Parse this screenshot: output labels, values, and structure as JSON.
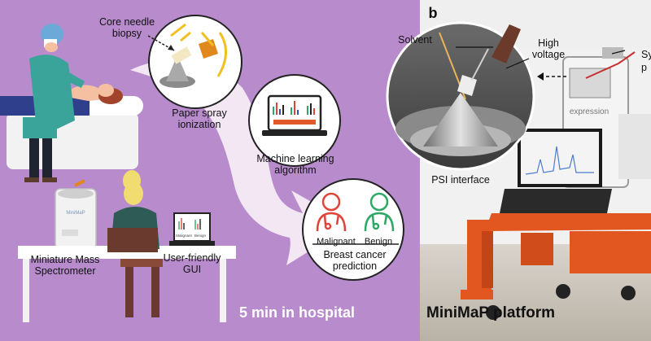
{
  "panel_a": {
    "labels": {
      "core_needle_biopsy": "Core needle\nbiopsy",
      "paper_spray": "Paper spray\nionization",
      "ml_algorithm": "Machine learning\nalgorithm",
      "miniature_ms": "Miniature Mass\nSpectrometer",
      "gui": "User-friendly\nGUI",
      "malignant": "Malignant",
      "benign": "Benign",
      "prediction": "Breast cancer\nprediction",
      "time_caption": "5 min in hospital",
      "gui_screen_left": "Malignant",
      "gui_screen_right": "Benign",
      "device_brand": "MiniMaP"
    },
    "colors": {
      "background": "#b78bcc",
      "arrow": "#f3e7f4",
      "caption": "#ffffff",
      "malignant": "#e0453a",
      "benign": "#2fa866",
      "surgeon_gown": "#3aa39a"
    }
  },
  "panel_b": {
    "panel_letter": "b",
    "labels": {
      "solvent": "Solvent",
      "high_voltage": "High\nvoltage",
      "psi_interface": "PSI interface",
      "platform": "MiniMaP platform",
      "right_partial_top": "Sy",
      "right_partial_bottom": "p",
      "device_logo": "expression"
    },
    "colors": {
      "background": "#f1f1f1",
      "cart": "#e2561f"
    }
  }
}
